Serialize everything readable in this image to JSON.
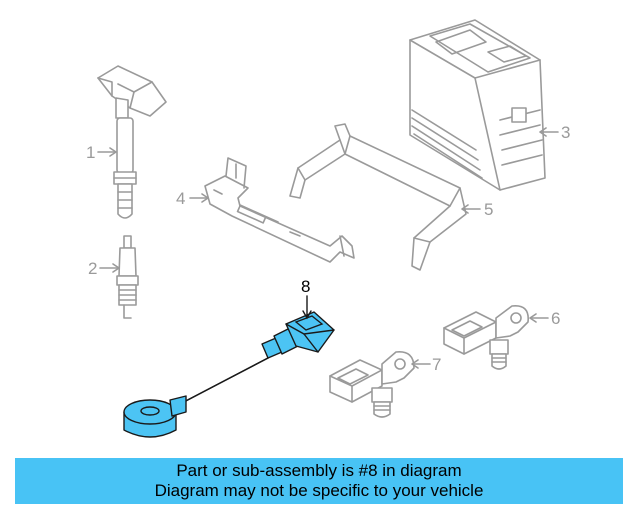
{
  "diagram": {
    "callouts": {
      "c1": "1",
      "c2": "2",
      "c3": "3",
      "c4": "4",
      "c5": "5",
      "c6": "6",
      "c7": "7",
      "c8": "8"
    },
    "highlighted_part": "8",
    "highlight_color": "#4cc4f4"
  },
  "banner": {
    "line1": "Part or sub-assembly is #8 in diagram",
    "line2": "Diagram may not be specific to your vehicle",
    "color": "#48c3f5"
  }
}
